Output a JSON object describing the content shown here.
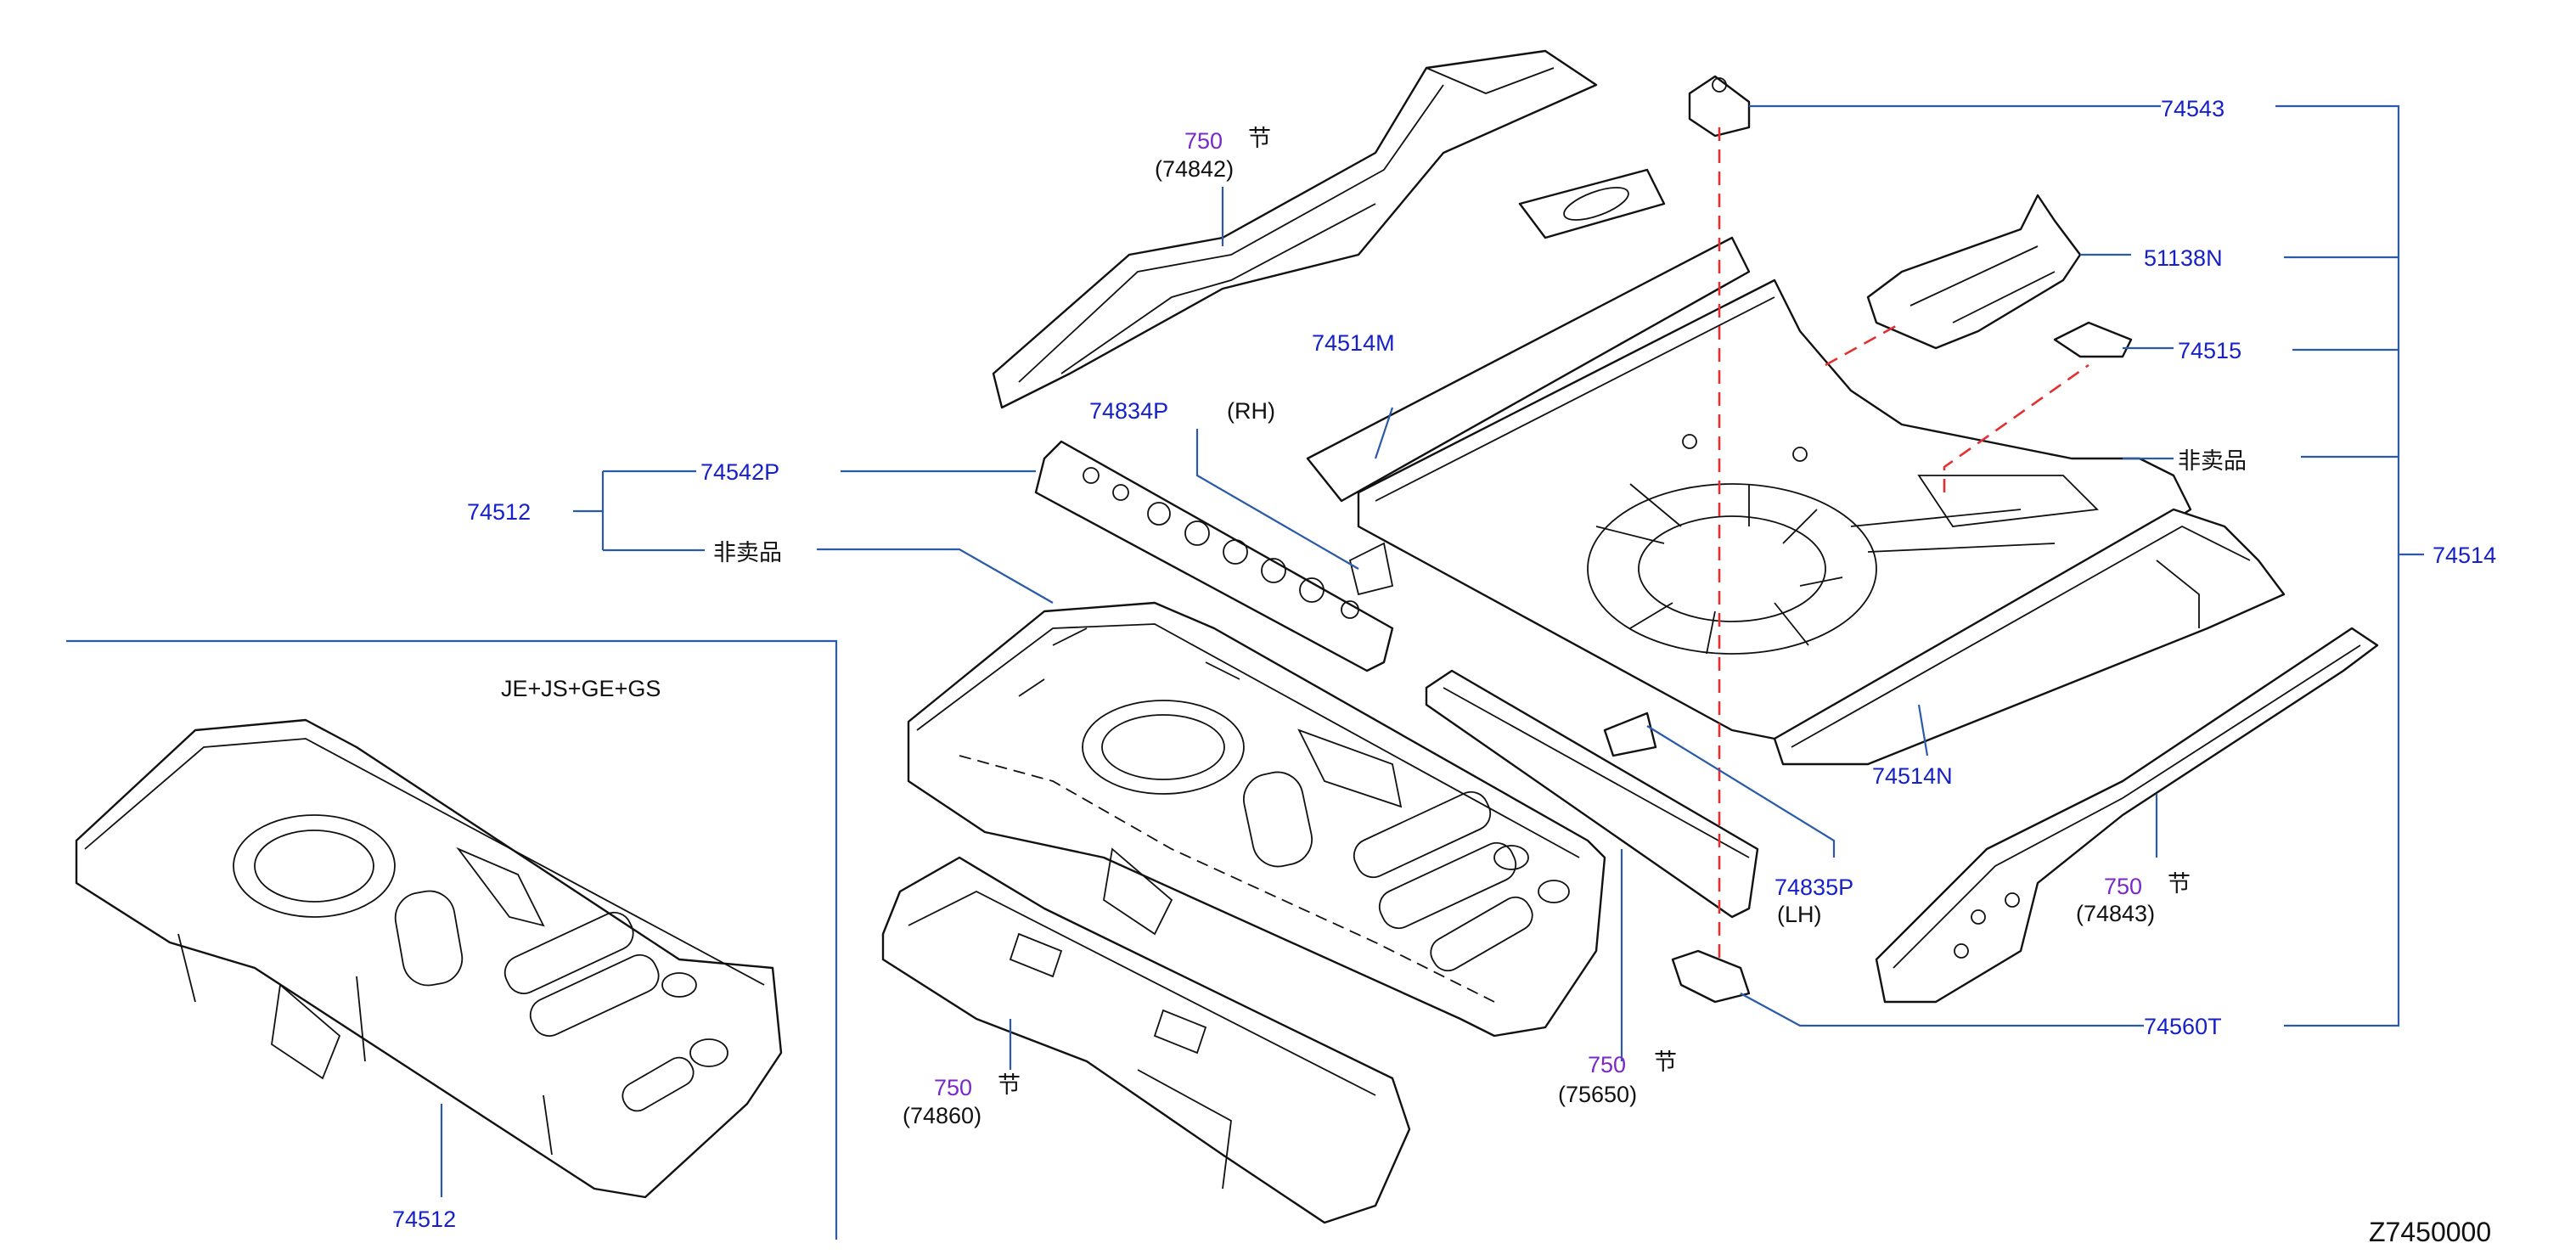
{
  "labels": {
    "p74543": "74543",
    "p51138n": "51138N",
    "p74515": "74515",
    "nonsale_right": "非卖品",
    "p74514": "74514",
    "p74514m": "74514M",
    "p74834p": "74834P",
    "rh": "(RH)",
    "p74542p": "74542P",
    "p74512_bracket": "74512",
    "nonsale_left": "非卖品",
    "p74514n": "74514N",
    "p74835p": "74835P",
    "lh": "(LH)",
    "ref750_a": "750",
    "sec_a": "节",
    "p74842": "(74842)",
    "ref750_b": "750",
    "sec_b": "节",
    "p74843": "(74843)",
    "ref750_c": "750",
    "sec_c": "节",
    "p75650": "(75650)",
    "ref750_d": "750",
    "sec_d": "节",
    "p74860": "(74860)",
    "p74560t": "74560T",
    "variant": "JE+JS+GE+GS",
    "p74512_bottom": "74512",
    "diagram_code": "Z7450000"
  },
  "colors": {
    "part_number": "#1620c8",
    "reference": "#7a28c8",
    "leader_line": "#2a5aa8",
    "dashed_link": "#e23030",
    "outline": "#111111"
  }
}
